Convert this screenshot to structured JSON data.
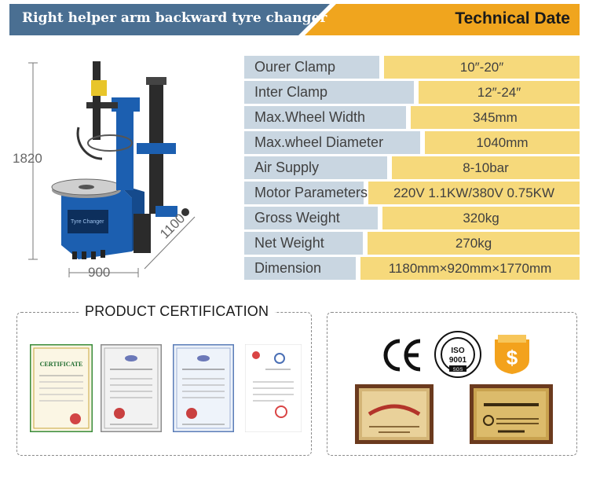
{
  "header": {
    "left_title": "Right helper arm backward tyre changer",
    "right_title": "Technical Date",
    "colors": {
      "left_band": "#4a6f92",
      "right_band": "#f0a51e"
    }
  },
  "machine": {
    "height_label": "1820",
    "width_label": "900",
    "depth_label": "1100",
    "brand_color": "#1c5fb0"
  },
  "specs": [
    {
      "label": "Ourer Clamp",
      "value": "10″-20″"
    },
    {
      "label": "Inter Clamp",
      "value": "12″-24″"
    },
    {
      "label": "Max.Wheel Width",
      "value": "345mm"
    },
    {
      "label": "Max.wheel Diameter",
      "value": "1040mm"
    },
    {
      "label": "Air Supply",
      "value": "8-10bar"
    },
    {
      "label": "Motor Parameters",
      "value": "220V 1.1KW/380V 0.75KW"
    },
    {
      "label": "Gross Weight",
      "value": "320kg"
    },
    {
      "label": "Net Weight",
      "value": "270kg"
    },
    {
      "label": "Dimension",
      "value": "1180mm×920mm×1770mm"
    }
  ],
  "spec_colors": {
    "label_bg": "#c9d6e1",
    "value_bg": "#f6d97b"
  },
  "certification": {
    "title": "PRODUCT CERTIFICATION",
    "documents": [
      {
        "icon": "ce-certificate-document",
        "heading": "CERTIFICATE"
      },
      {
        "icon": "quality-system-certificate-document",
        "heading": ""
      },
      {
        "icon": "quality-system-certificate-document",
        "heading": ""
      },
      {
        "icon": "inspection-report-document",
        "heading": ""
      }
    ],
    "logos": [
      {
        "icon": "ce-mark-logo",
        "text": "CE"
      },
      {
        "icon": "iso-9001-sgs-logo",
        "text": "ISO 9001"
      },
      {
        "icon": "dollar-shield-logo",
        "text": "$"
      }
    ],
    "awards": [
      {
        "icon": "innovation-enterprise-award-plaque"
      },
      {
        "icon": "trade-association-member-plaque"
      }
    ]
  }
}
